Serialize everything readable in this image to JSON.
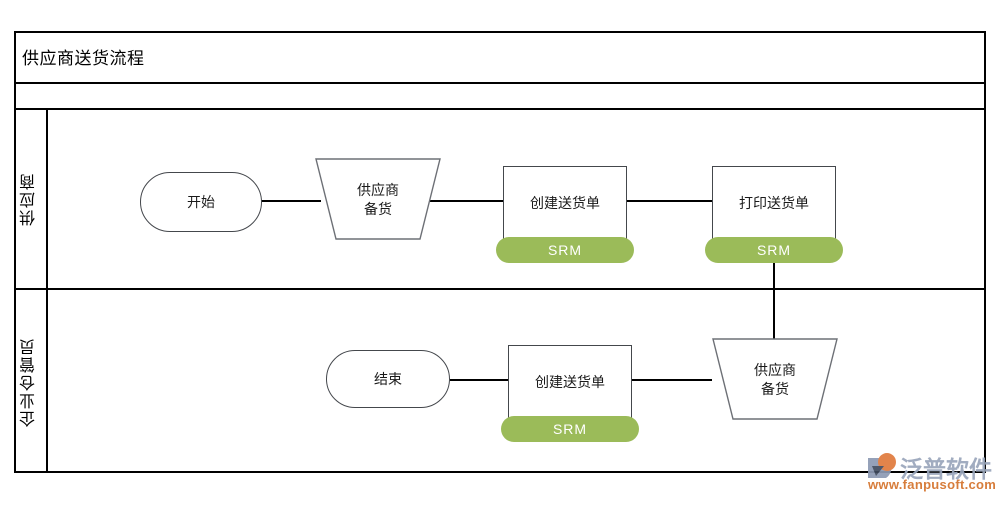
{
  "diagram": {
    "title": "供应商送货流程",
    "type": "swimlane-flowchart",
    "lanes": [
      {
        "id": "lane-supplier",
        "label": "供应商",
        "nodes": [
          {
            "id": "start",
            "shape": "terminator",
            "text": "开始"
          },
          {
            "id": "prep-top",
            "shape": "trapezoid",
            "line1": "供应商",
            "line2": "备货"
          },
          {
            "id": "create-top",
            "shape": "process",
            "text": "创建送货单",
            "badge": "SRM"
          },
          {
            "id": "print-top",
            "shape": "process",
            "text": "打印送货单",
            "badge": "SRM"
          }
        ]
      },
      {
        "id": "lane-warehouse",
        "label": "企业仓管员",
        "nodes": [
          {
            "id": "end",
            "shape": "terminator",
            "text": "结束"
          },
          {
            "id": "create-bot",
            "shape": "process",
            "text": "创建送货单",
            "badge": "SRM"
          },
          {
            "id": "prep-bot",
            "shape": "trapezoid",
            "line1": "供应商",
            "line2": "备货"
          }
        ]
      }
    ]
  },
  "colors": {
    "badge_green": "#9bbb59",
    "badge_text": "#ffffff",
    "frame_line": "#000000",
    "shape_outline": "#44474c",
    "watermark_brand": "#9aa6bb",
    "watermark_url": "#d4722b"
  },
  "watermark": {
    "brand": "泛普软件",
    "url": "www.fanpusoft.com"
  }
}
